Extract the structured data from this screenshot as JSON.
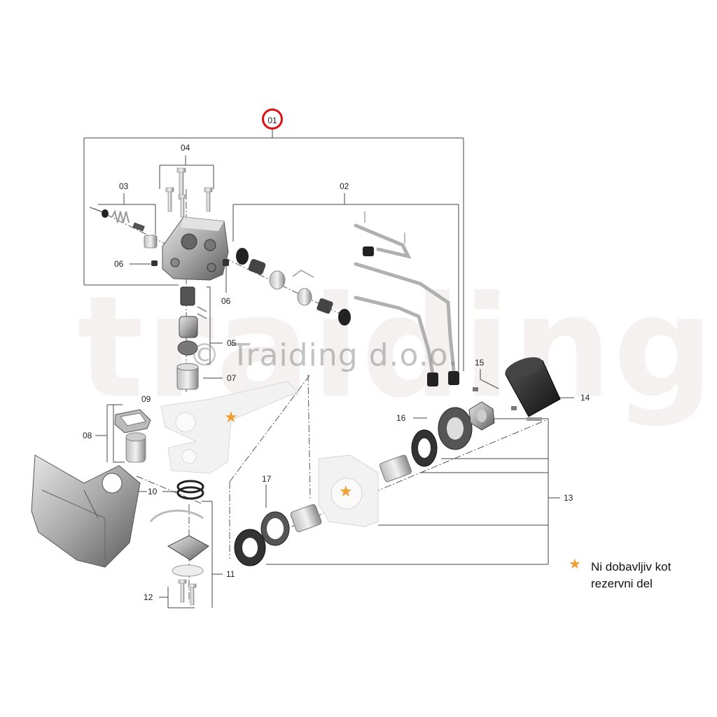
{
  "watermark": "© Traiding d.o.o.",
  "watermark_bg": "traiding",
  "callouts": {
    "c01": "01",
    "c02": "02",
    "c03": "03",
    "c04": "04",
    "c05": "05",
    "c06a": "06",
    "c06b": "06",
    "c07": "07",
    "c08": "08",
    "c09": "09",
    "c10": "10",
    "c11": "11",
    "c12": "12",
    "c13": "13",
    "c14": "14",
    "c15": "15",
    "c16": "16",
    "c17": "17"
  },
  "legend": {
    "text": "Ni dobavljiv kot rezervni del",
    "star_color": "#f0a030"
  },
  "colors": {
    "highlight_circle": "#dd1111",
    "marker": "#f0a030"
  }
}
